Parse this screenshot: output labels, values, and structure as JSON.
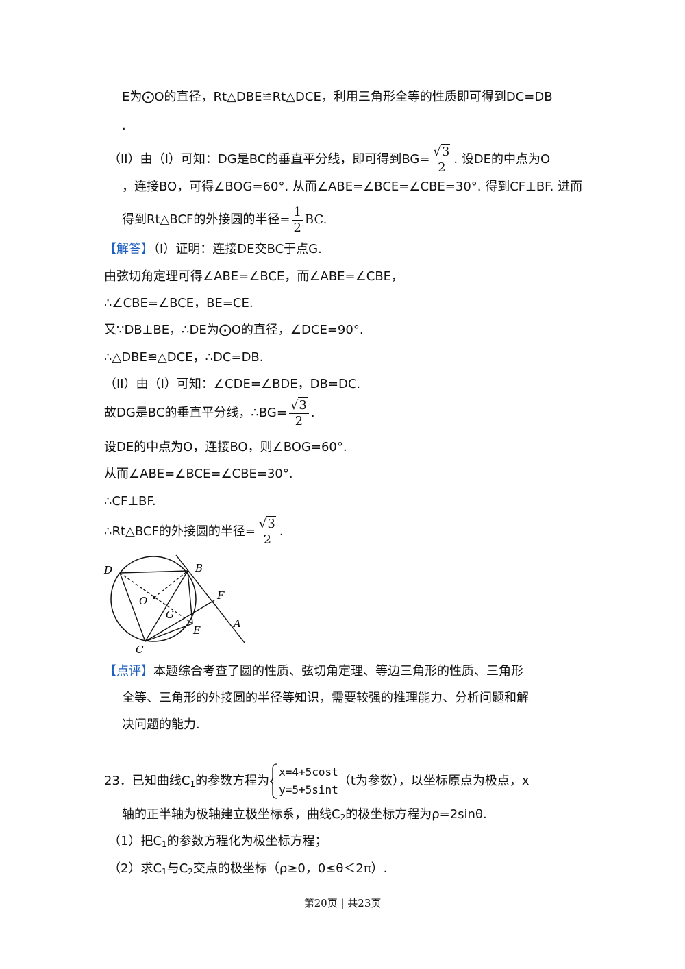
{
  "analysis": {
    "l1": "E为⨀O的直径，Rt△DBE≌Rt△DCE，利用三角形全等的性质即可得到DC=DB",
    "l1b": ".",
    "l2a": "（II）由（I）可知：DG是BC的垂直平分线，即可得到BG=",
    "l2b": ". 设DE的中点为O",
    "l3": "，连接BO，可得∠BOG=60°. 从而∠ABE=∠BCE=∠CBE=30°. 得到CF⊥BF. 进而",
    "l4a": "得到Rt△BCF的外接圆的半径=",
    "l4b": "BC."
  },
  "math": {
    "sqrt3": "3",
    "two": "2",
    "one": "1",
    "sqrt_sign": "√"
  },
  "solution": {
    "tag": "【解答】",
    "l1": "（I）证明：连接DE交BC于点G.",
    "l2": "由弦切角定理可得∠ABE=∠BCE，而∠ABE=∠CBE，",
    "l3": "∴∠CBE=∠BCE，BE=CE.",
    "l4": "又∵DB⊥BE，∴DE为⨀O的直径，∠DCE=90°.",
    "l5": "∴△DBE≌△DCE，∴DC=DB.",
    "l6": "（II）由（I）可知：∠CDE=∠BDE，DB=DC.",
    "l7a": "故DG是BC的垂直平分线，∴BG=",
    "l7b": ".",
    "l8": "设DE的中点为O，连接BO，则∠BOG=60°.",
    "l9": "从而∠ABE=∠BCE=∠CBE=30°.",
    "l10": "∴CF⊥BF.",
    "l11a": "∴Rt△BCF的外接圆的半径=",
    "l11b": "."
  },
  "figure": {
    "labels": {
      "D": "D",
      "B": "B",
      "O": "O",
      "G": "G",
      "F": "F",
      "E": "E",
      "A": "A",
      "C": "C"
    }
  },
  "comment": {
    "tag": "【点评】",
    "l1": "本题综合考查了圆的性质、弦切角定理、等边三角形的性质、三角形",
    "l2": "全等、三角形的外接圆的半径等知识，需要较强的推理能力、分析问题和解",
    "l3": "决问题的能力."
  },
  "problem23": {
    "num": "23．已知曲线C",
    "sub1": "1",
    "after_c1": "的参数方程为",
    "eq1": "x=4+5cost",
    "eq2": "y=5+5sint",
    "param": "（t为参数），以坐标原点为极点，x",
    "l2a": "轴的正半轴为极轴建立极坐标系，曲线C",
    "sub2": "2",
    "l2b": "的极坐标方程为ρ=2sinθ.",
    "q1a": "（1）把C",
    "q1b": "的参数方程化为极坐标方程；",
    "q2a": "（2）求C",
    "q2b": "与C",
    "q2c": "交点的极坐标（ρ≥0，0≤θ＜2π）."
  },
  "footer": {
    "text": "第20页 | 共23页"
  }
}
